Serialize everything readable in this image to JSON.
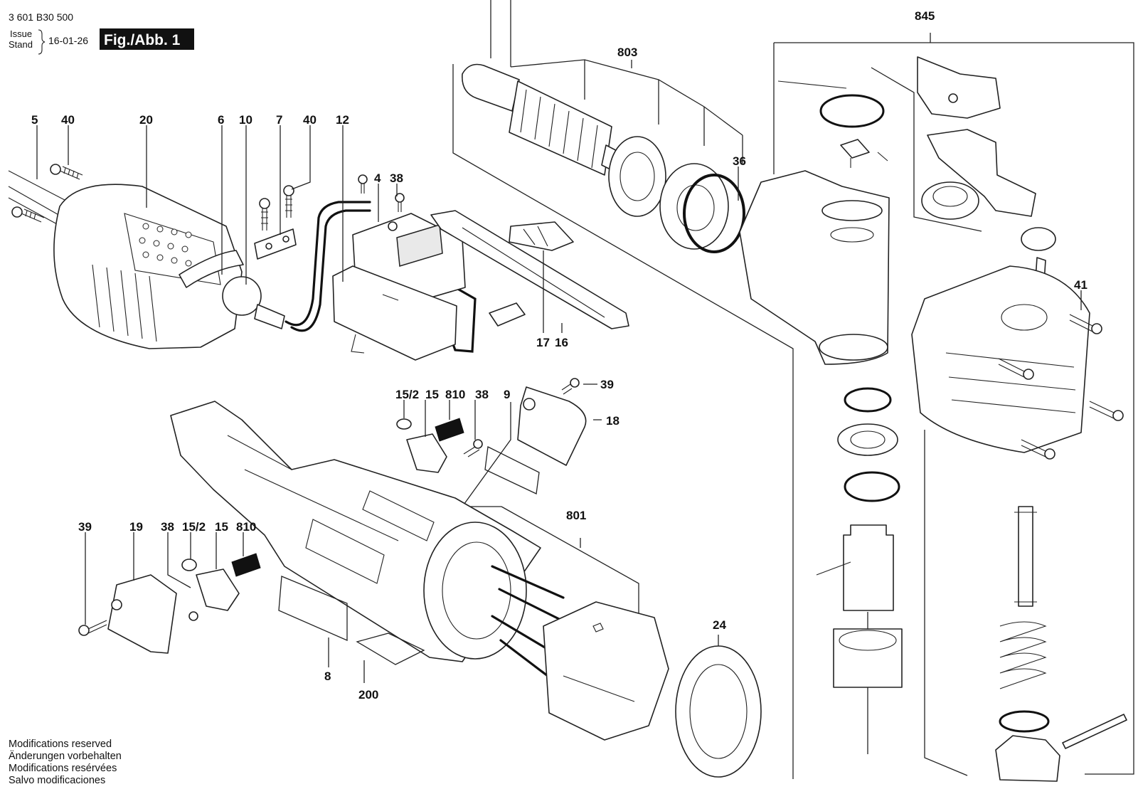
{
  "header": {
    "doc_number": "3 601 B30 500",
    "issue_label": "Issue",
    "stand_label": "Stand",
    "issue_date": "16-01-26",
    "figure_label": "Fig./Abb. 1"
  },
  "footer": {
    "lines": [
      "Modifications reserved",
      "Änderungen vorbehalten",
      "Modifications resérvées",
      "Salvo modificaciones"
    ]
  },
  "refs": {
    "r5": "5",
    "r40a": "40",
    "r20": "20",
    "r6": "6",
    "r10": "10",
    "r7": "7",
    "r40b": "40",
    "r12": "12",
    "r4": "4",
    "r38a": "38",
    "r17": "17",
    "r16": "16",
    "r803": "803",
    "r36": "36",
    "r845": "845",
    "r41": "41",
    "r152a": "15/2",
    "r15a": "15",
    "r810a": "810",
    "r38b": "38",
    "r9": "9",
    "r39a": "39",
    "r18": "18",
    "r801": "801",
    "r39b": "39",
    "r19": "19",
    "r38c": "38",
    "r152b": "15/2",
    "r15b": "15",
    "r810b": "810",
    "r8": "8",
    "r200": "200",
    "r24": "24"
  }
}
